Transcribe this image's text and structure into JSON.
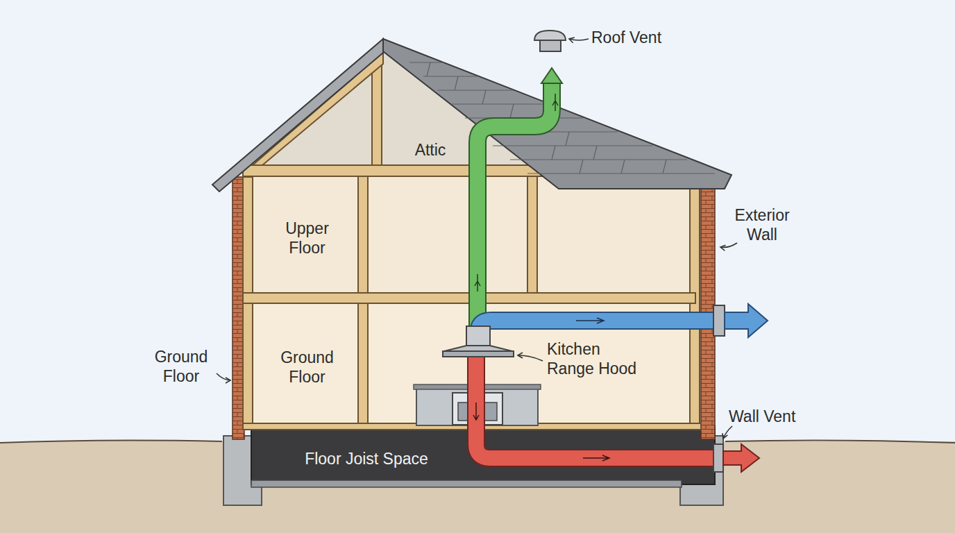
{
  "diagram": {
    "nodes": [
      {
        "text": [
          "Attic"
        ]
      },
      {
        "text": [
          "Upper Floor"
        ]
      },
      {
        "text": [
          "Ground Floor"
        ]
      },
      {
        "text": [
          "Floor Joist Space"
        ]
      }
    ],
    "labels": [
      "Roof Vent",
      "Exterior Wall",
      "Ground Floor",
      "Kitchen Range Hood",
      "Wall Vent"
    ]
  }
}
